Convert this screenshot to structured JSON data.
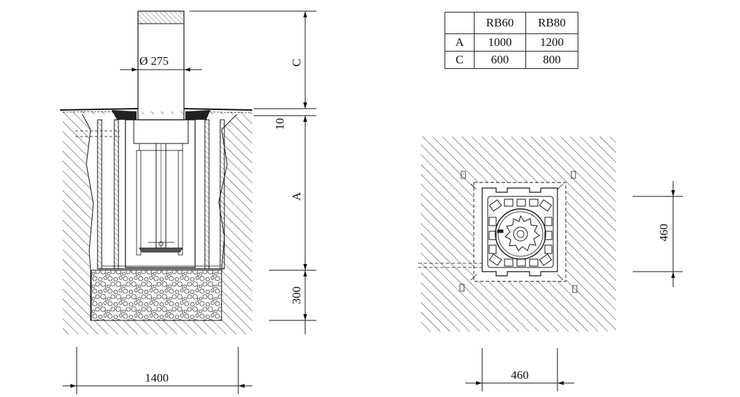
{
  "table": {
    "header": [
      "",
      "RB60",
      "RB80"
    ],
    "rows": [
      [
        "A",
        "1000",
        "1200"
      ],
      [
        "C",
        "600",
        "800"
      ]
    ]
  },
  "dimensions": {
    "diameter": "Ø 275",
    "height_c": "C",
    "offset": "10",
    "height_a": "A",
    "gravel_depth": "300",
    "excavation_width": "1400",
    "plan_width": "460",
    "plan_height": "460"
  },
  "colors": {
    "line": "#111111",
    "hatch": "#333333",
    "background": "#ffffff"
  }
}
